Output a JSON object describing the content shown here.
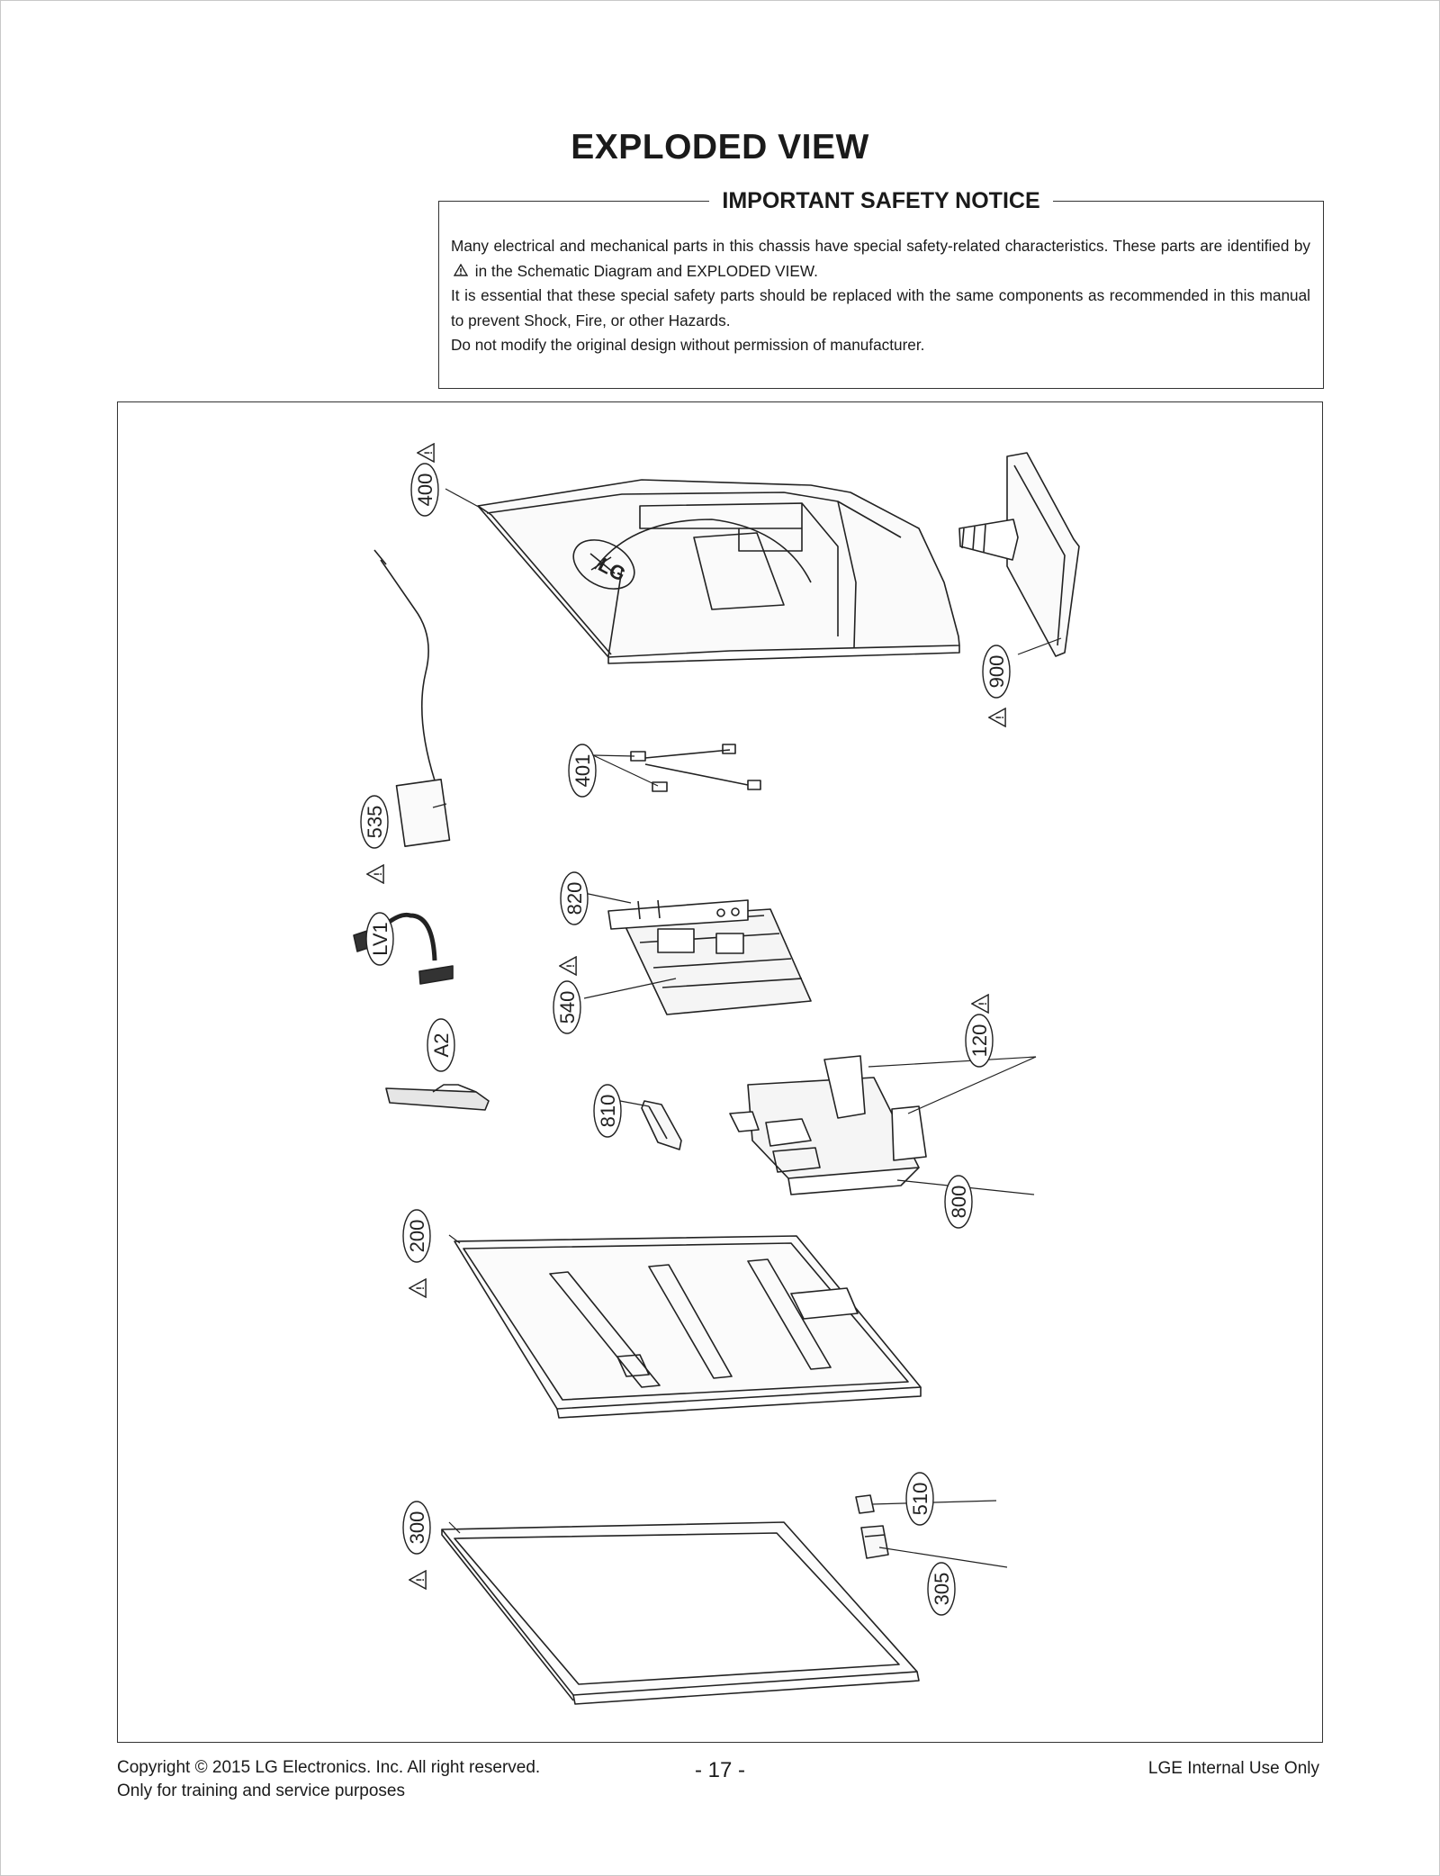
{
  "page": {
    "title": "EXPLODED VIEW"
  },
  "notice": {
    "title": "IMPORTANT SAFETY NOTICE",
    "line1_a": "Many electrical and mechanical parts in this chassis have special safety-related characteristics. These parts are identified by",
    "warn_icon": "warning-triangle-icon",
    "line1_b": "in the Schematic Diagram and EXPLODED VIEW.",
    "line2": "It is essential that these special safety parts should be replaced with the same components as recommended in this manual to prevent Shock, Fire, or other Hazards.",
    "line3": "Do not modify the original design without permission of manufacturer."
  },
  "diagram": {
    "callouts": [
      {
        "id": "400",
        "safety": true
      },
      {
        "id": "900",
        "safety": true
      },
      {
        "id": "401",
        "safety": false
      },
      {
        "id": "535",
        "safety": true
      },
      {
        "id": "820",
        "safety": false
      },
      {
        "id": "LV1",
        "safety": false
      },
      {
        "id": "540",
        "safety": true
      },
      {
        "id": "120",
        "safety": true
      },
      {
        "id": "A2",
        "safety": false
      },
      {
        "id": "810",
        "safety": false
      },
      {
        "id": "800",
        "safety": false
      },
      {
        "id": "200",
        "safety": true
      },
      {
        "id": "510",
        "safety": false
      },
      {
        "id": "300",
        "safety": true
      },
      {
        "id": "305",
        "safety": false
      }
    ],
    "logo_text": "LG"
  },
  "footer": {
    "copyright": "Copyright © 2015 LG Electronics. Inc. All right reserved.",
    "purpose": "Only for training and service purposes",
    "page_number": "- 17 -",
    "usage": "LGE Internal Use Only"
  }
}
